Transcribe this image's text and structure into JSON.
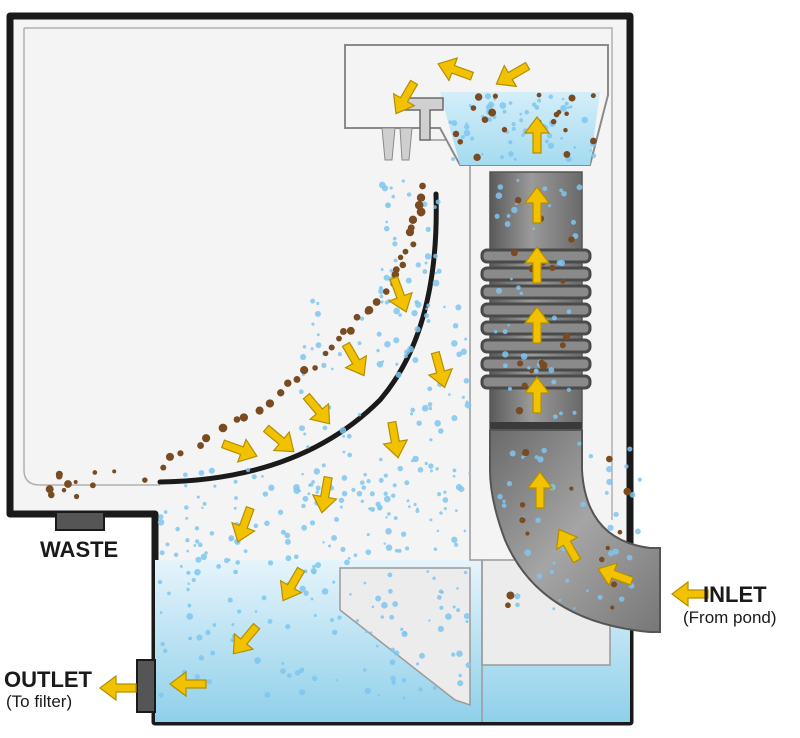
{
  "labels": {
    "waste": "WASTE",
    "inlet": "INLET",
    "inlet_sub": "(From pond)",
    "outlet": "OUTLET",
    "outlet_sub": "(To filter)"
  },
  "colors": {
    "outline": "#1a1a1a",
    "water_light": "#cfeaf6",
    "water_dark": "#8fd0ea",
    "bubble": "#7fc6ee",
    "debris": "#7a4a20",
    "arrow": "#f2c200",
    "pipe": "#808080"
  },
  "icons": [
    "flow-arrow-icon",
    "air-bubble-icon",
    "debris-particle-icon"
  ]
}
